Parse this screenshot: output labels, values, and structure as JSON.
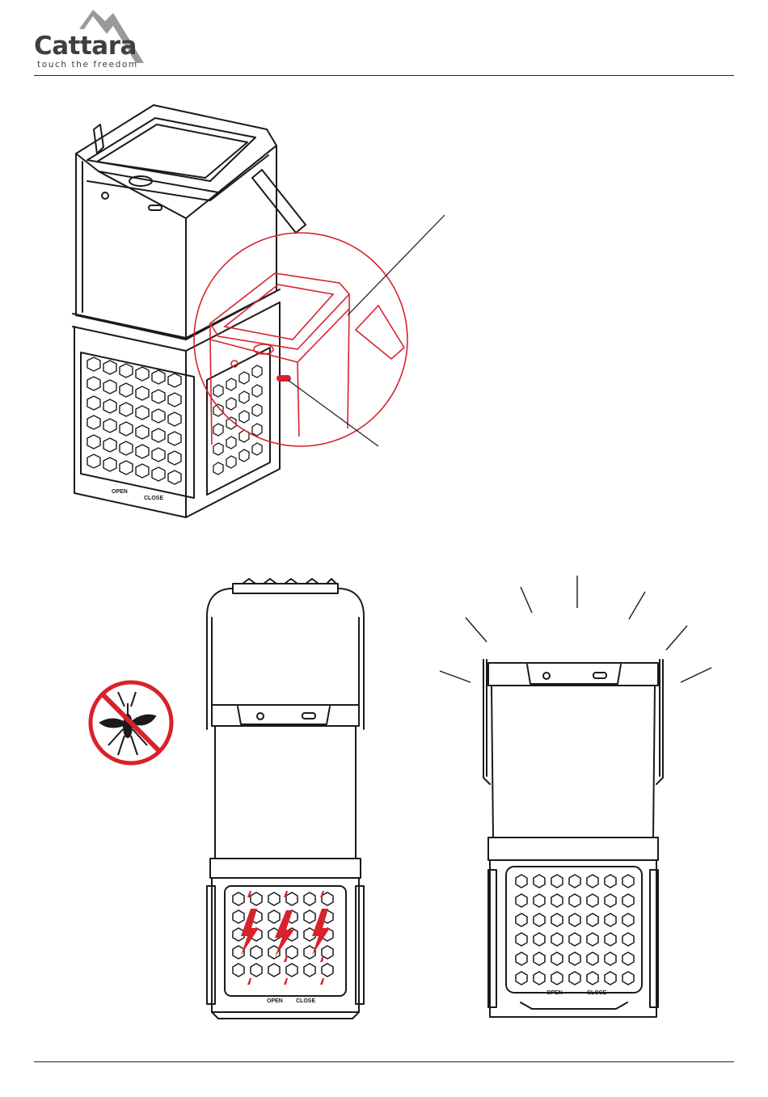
{
  "header": {
    "brand": "Cattara",
    "tagline": "touch the freedom"
  },
  "product_markings": {
    "open": "OPEN",
    "close": "CLOSE"
  },
  "colors": {
    "ink": "#1a1a1a",
    "accent_red": "#d8222c",
    "logo_grey": "#9a9a9a"
  },
  "icons": [
    "mountain-logo-icon",
    "no-mosquito-icon",
    "lightning-icon",
    "light-ray-icon"
  ]
}
